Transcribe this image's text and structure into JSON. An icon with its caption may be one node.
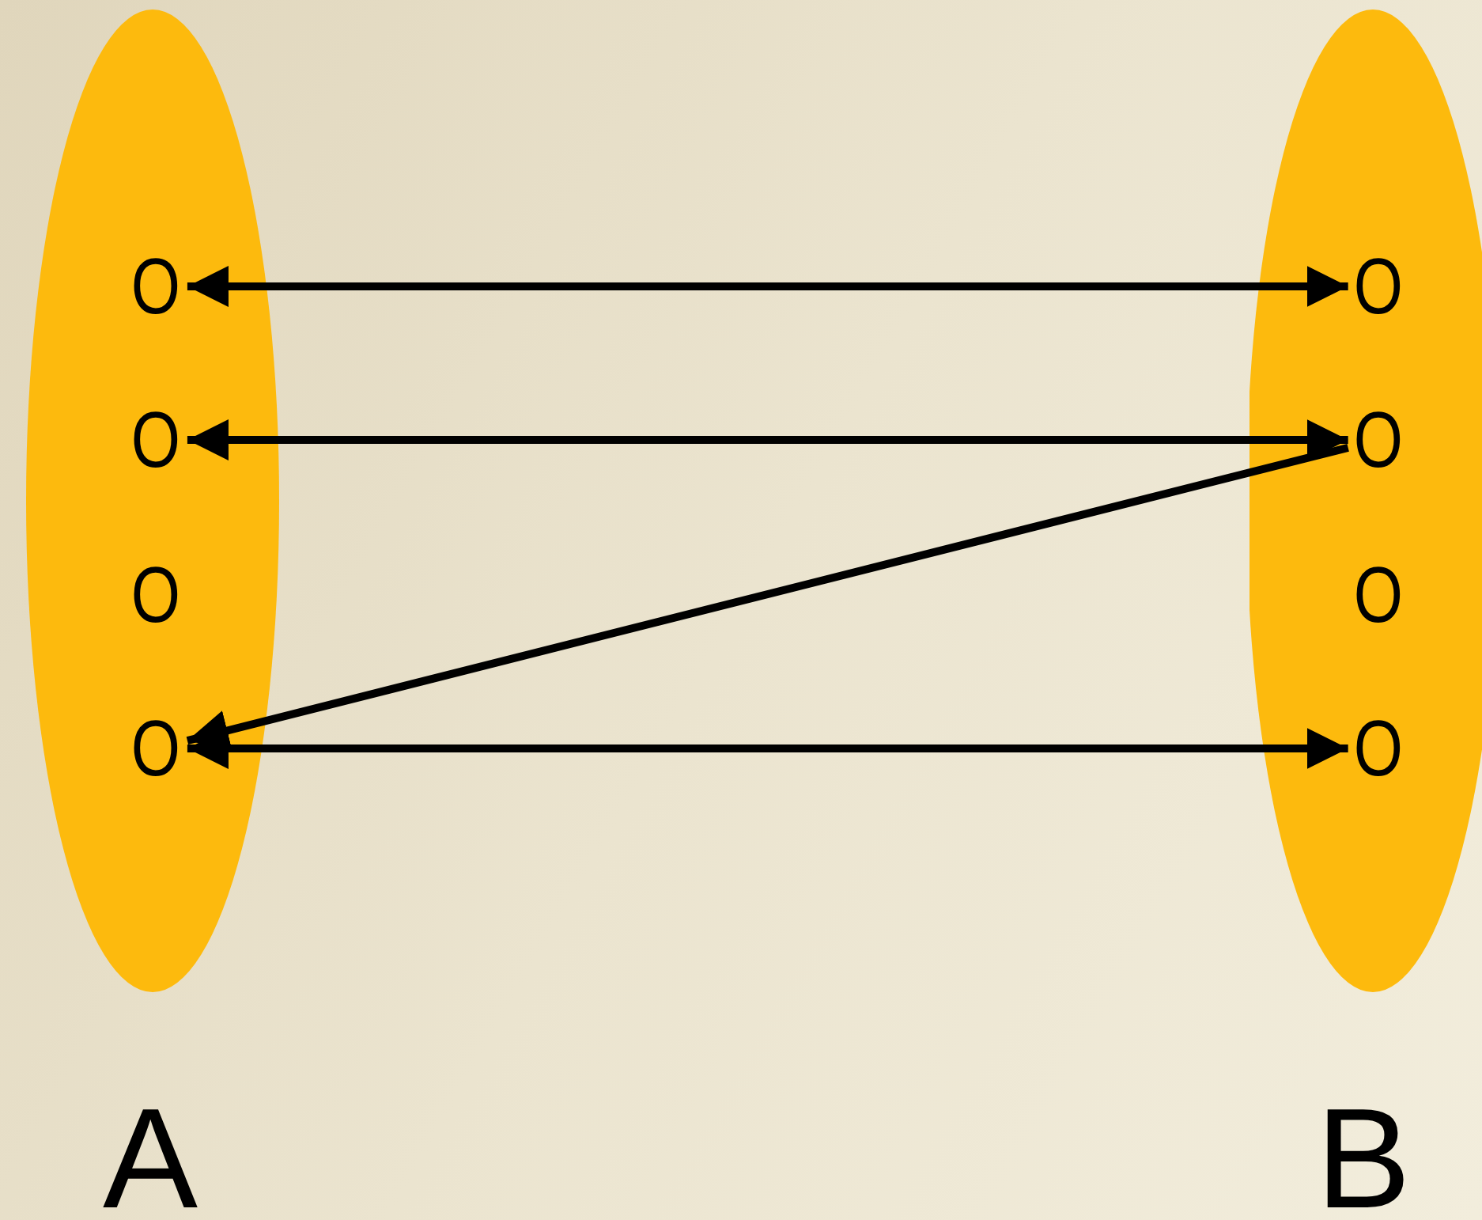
{
  "diagram": {
    "nodes": [
      {
        "text": [
          "A"
        ]
      },
      {
        "text": [
          "O"
        ],
        "in": 0
      },
      {
        "text": [
          "O"
        ],
        "in": 0
      },
      {
        "text": [
          "O"
        ],
        "in": 0
      },
      {
        "text": [
          "O"
        ],
        "in": 0
      },
      {
        "text": [
          "B"
        ]
      },
      {
        "text": [
          "O"
        ],
        "in": 5
      },
      {
        "text": [
          "O"
        ],
        "in": 5
      },
      {
        "text": [
          "O"
        ],
        "in": 5
      },
      {
        "text": [
          "O"
        ],
        "in": 5
      }
    ],
    "edges": [
      {
        "from": 1,
        "to": 6,
        "arrow": "both"
      },
      {
        "from": 2,
        "to": 7,
        "arrow": "both"
      },
      {
        "from": 7,
        "to": 4,
        "arrow": "to"
      },
      {
        "from": 4,
        "to": 9,
        "arrow": "both"
      }
    ]
  }
}
